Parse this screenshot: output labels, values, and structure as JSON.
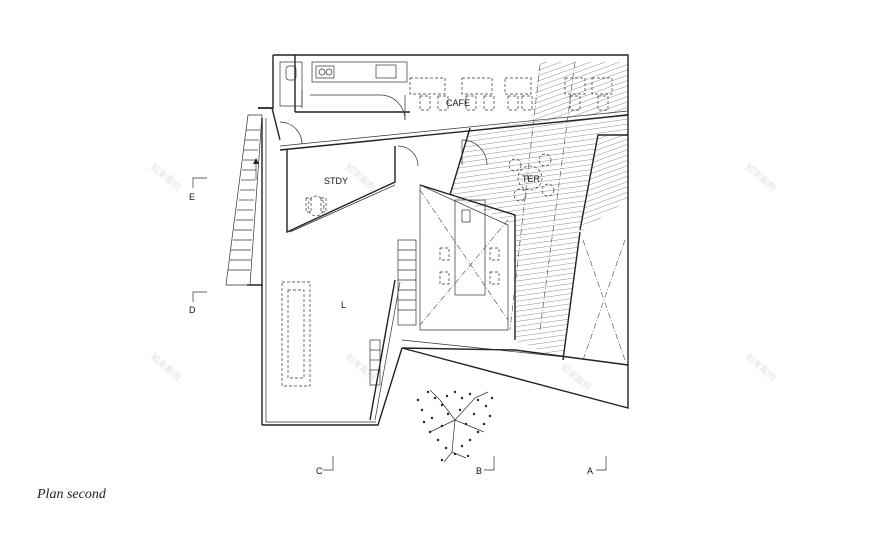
{
  "caption": "Plan second",
  "rooms": {
    "cafe": "CAFE",
    "study": "STDY",
    "terrace": "TER",
    "living": "L"
  },
  "section_markers": {
    "a": "A",
    "b": "B",
    "c": "C",
    "d": "D",
    "e": "E"
  },
  "watermark": "知末案例",
  "colors": {
    "line": "#222222",
    "background": "#ffffff"
  }
}
